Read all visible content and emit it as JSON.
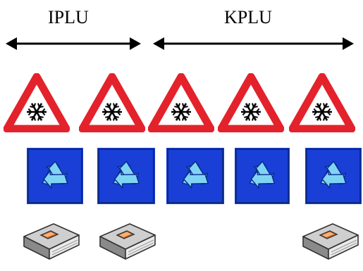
{
  "labels": {
    "left": "IPLU",
    "right": "KPLU"
  },
  "icons": {
    "row1": "snow-warning-icon",
    "row2": "recycle-icon",
    "row3": "book-icon"
  },
  "colors": {
    "warning_red": "#e3222b",
    "recycle_blue": "#1a3fd6",
    "recycle_arrow": "#7fd4f4",
    "book_grey": "#8a8a8a",
    "book_orange": "#d9641e"
  },
  "counts": {
    "warning": 5,
    "recycle": 5,
    "book": 3
  }
}
